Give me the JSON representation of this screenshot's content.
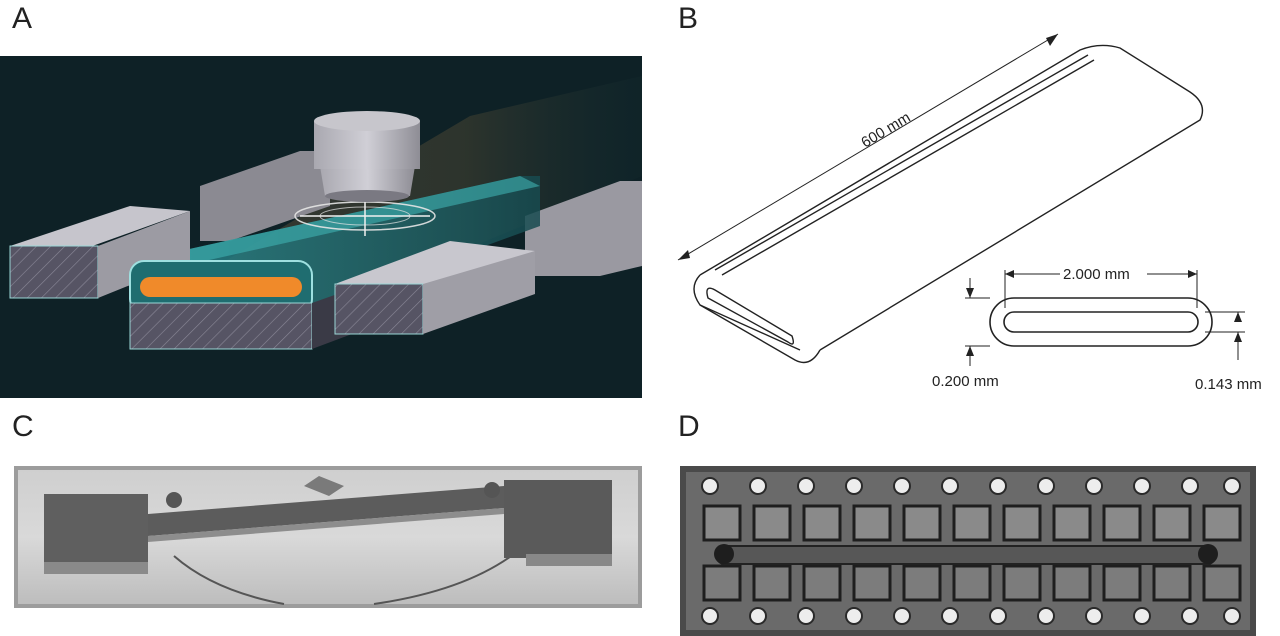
{
  "panels": {
    "a": {
      "letter": "A"
    },
    "b": {
      "letter": "B",
      "length_label": "600 mm",
      "width_label": "2.000 mm",
      "height_label": "0.200 mm",
      "wall_label": "0.143 mm"
    },
    "c": {
      "letter": "C"
    },
    "d": {
      "letter": "D"
    }
  },
  "colors": {
    "panel_a_background": "#0e2126",
    "channel_glow": "#f08a2a",
    "glass_teal": "#2a8a8f",
    "block_gray": "#8b8a92"
  }
}
